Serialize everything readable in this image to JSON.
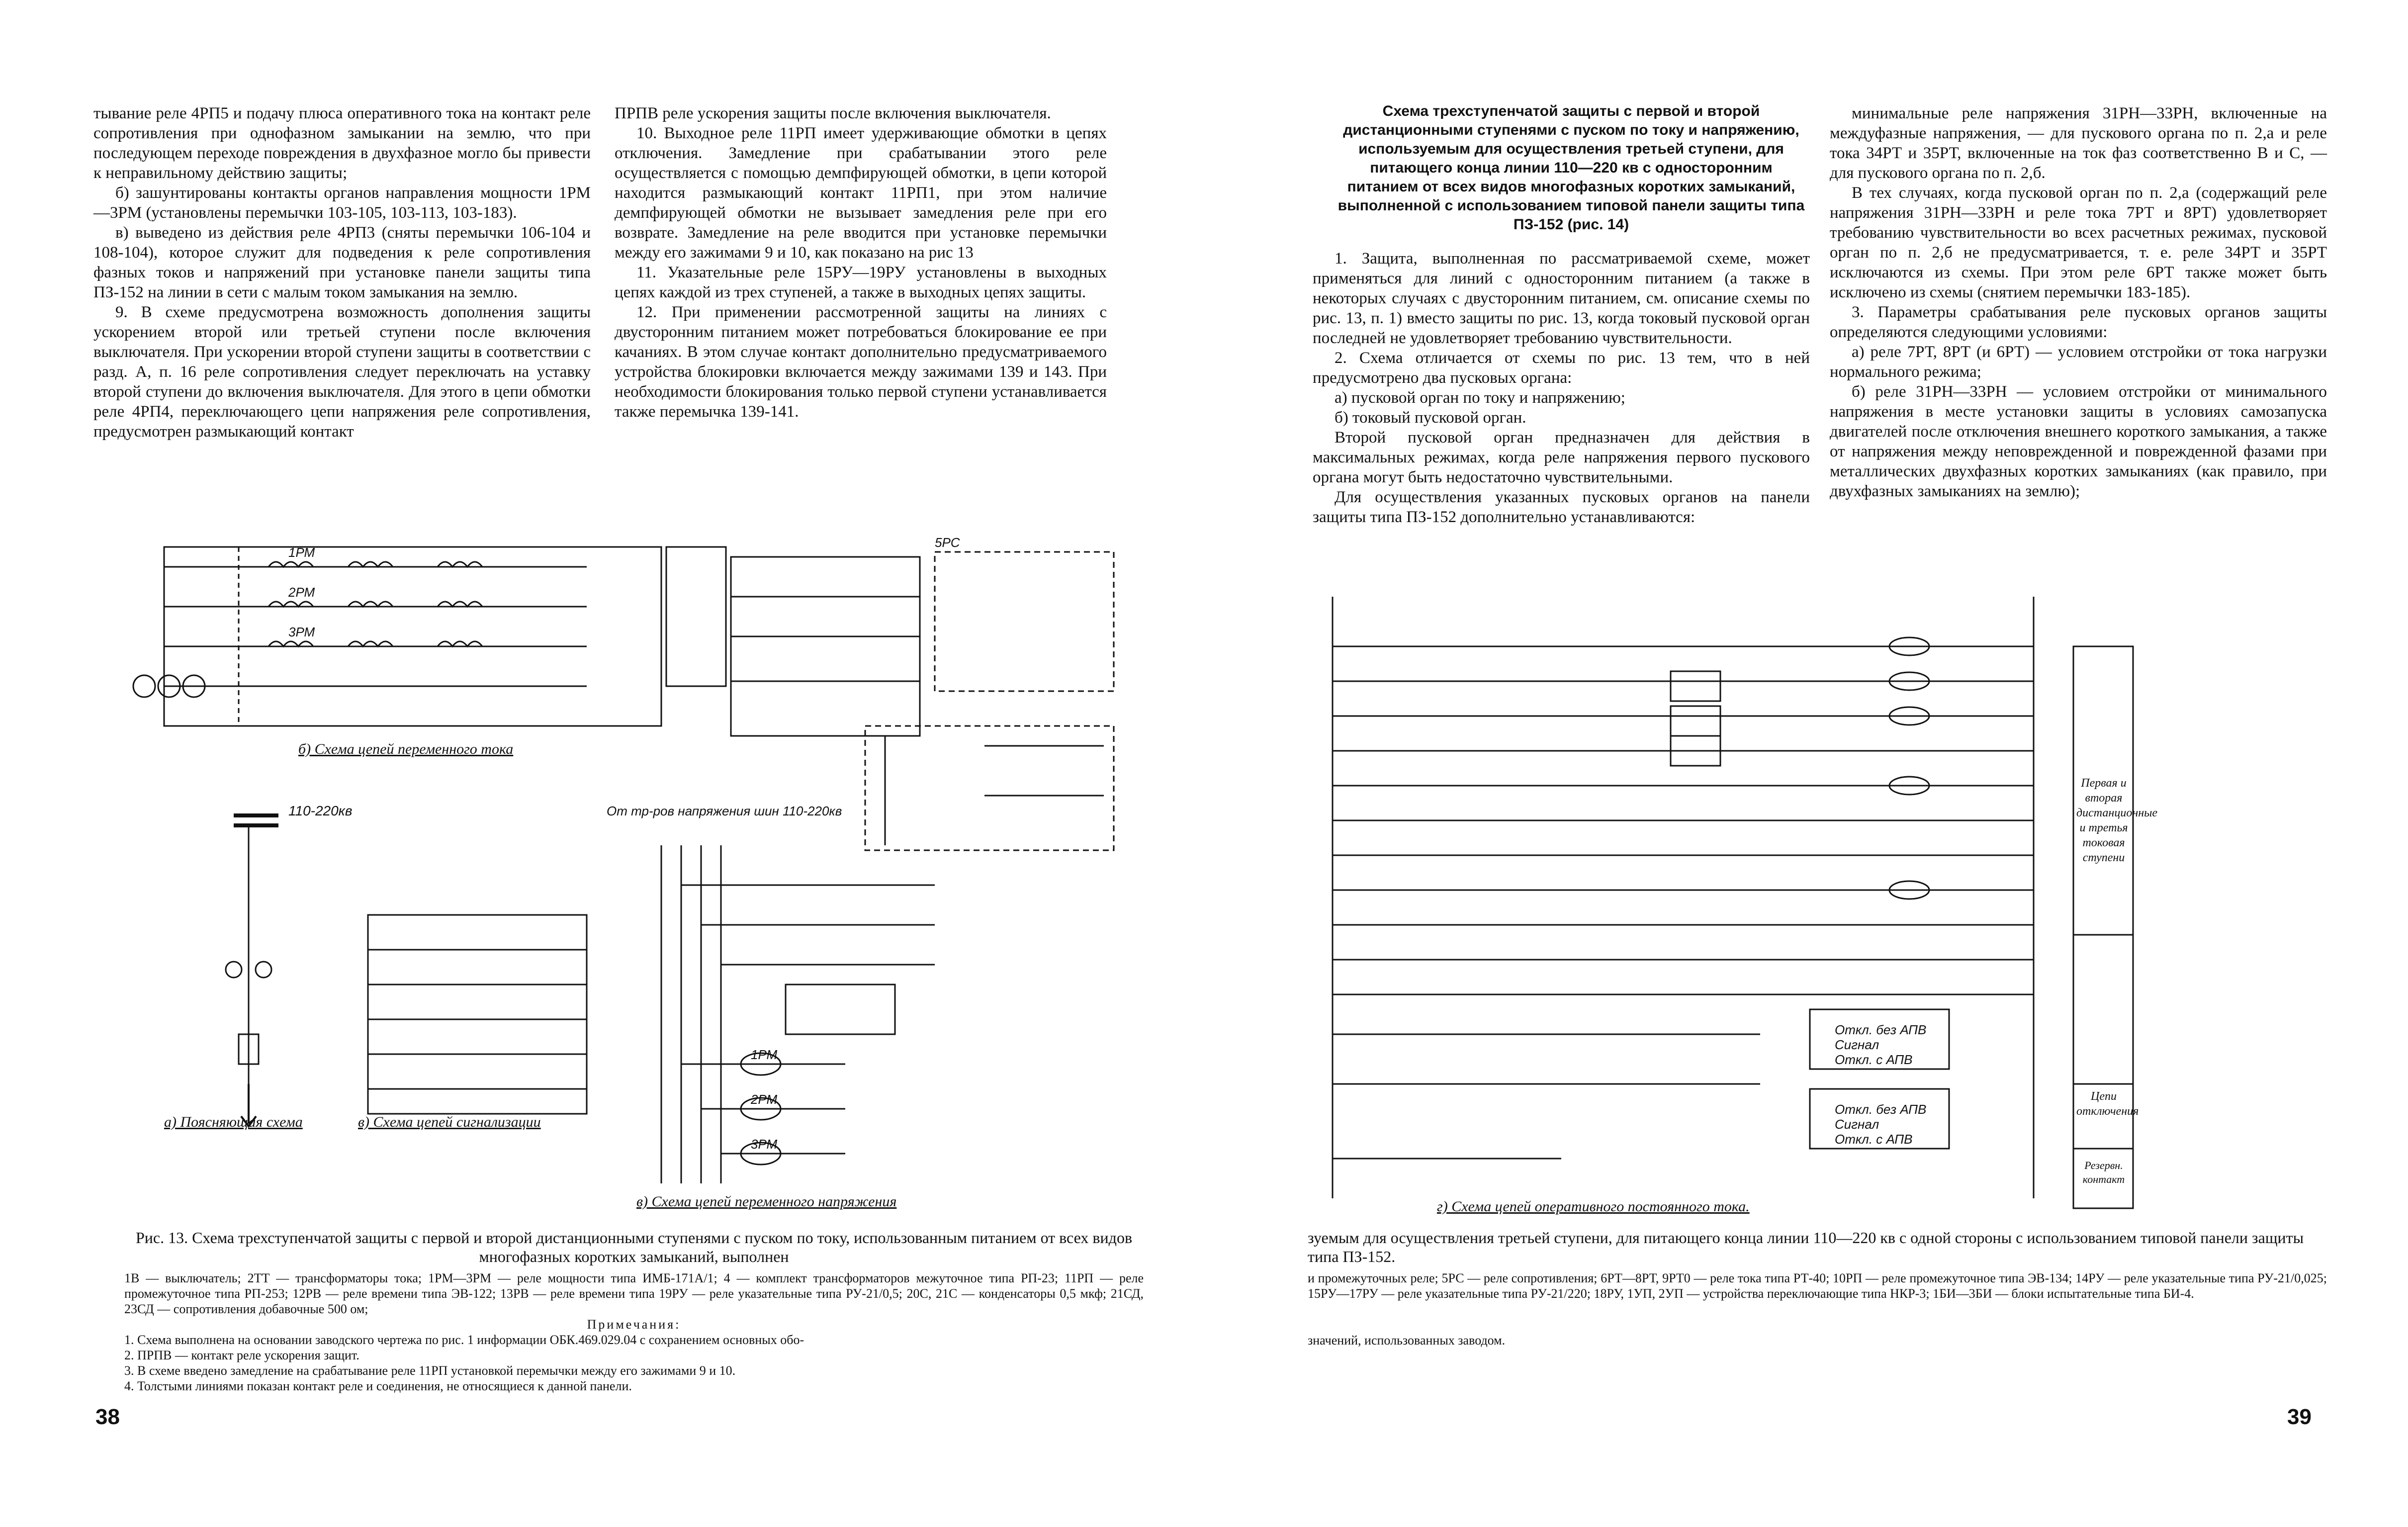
{
  "page_left": {
    "number": "38",
    "col1": [
      "тывание реле 4РП5 и подачу плюса оперативного тока на контакт реле сопротивления при однофазном замыкании на землю, что при последующем переходе повреждения в двухфазное могло бы привести к неправильному действию защиты;",
      "б) зашунтированы контакты органов направления мощности 1РМ—3РМ (установлены перемычки 103-105, 103-113, 103-183).",
      "в) выведено из действия реле 4РП3 (сняты перемычки 106-104 и 108-104), которое служит для подведения к реле сопротивления фазных токов и напряжений при установке панели защиты типа ПЗ-152 на линии в сети с малым током замыкания на землю.",
      "9. В схеме предусмотрена возможность дополнения защиты ускорением второй или третьей ступени после включения выключателя. При ускорении второй ступени защиты в соответствии с разд. А, п. 16 реле сопротивления следует переключать на уставку второй ступени до включения выключателя. Для этого в цепи обмотки реле 4РП4, переключающего цепи напряжения реле сопротивления, предусмотрен размыкающий контакт"
    ],
    "col2": [
      "ПРПВ реле ускорения защиты после включения выключателя.",
      "10. Выходное реле 11РП имеет удерживающие обмотки в цепях отключения. Замедление при срабатывании этого реле осуществляется с помощью демпфирующей обмотки, в цепи которой находится размыкающий контакт 11РП1, при этом наличие демпфирующей обмотки не вызывает замедления реле при его возврате. Замедление на реле вводится при установке перемычки между его зажимами 9 и 10, как показано на рис 13",
      "11. Указательные реле 15РУ—19РУ установлены в выходных цепях каждой из трех ступеней, а также в выходных цепях защиты.",
      "12. При применении рассмотренной защиты на линиях с двусторонним питанием может потребоваться блокирование ее при качаниях. В этом случае контакт дополнительно предусматриваемого устройства блокировки включается между зажимами 139 и 143. При необходимости блокирования только первой ступени устанавливается также перемычка 139-141."
    ],
    "figure": {
      "labels": {
        "a": "а) Поясняющая схема",
        "b": "б) Схема цепей переменного тока",
        "v": "в) Схема цепей переменного напряжения",
        "g": "в) Схема цепей сигнализации"
      },
      "voltage_label": "110-220кв",
      "from_tr_label": "От тр-ров напряжения шин 110-220кв",
      "relays_current": [
        "1РМ",
        "2РМ",
        "3РМ"
      ],
      "relays_voltage": [
        "1РМ",
        "2РМ",
        "3РМ"
      ]
    },
    "caption": "Рис. 13. Схема трехступенчатой защиты с первой и второй дистанционными ступенями с пуском по току, использованным питанием от всех видов многофазных коротких замыканий, выполнен",
    "legend": "1В — выключатель; 2ТТ — трансформаторы тока; 1РМ—3РМ — реле мощности типа ИМБ-171А/1; 4 — комплект трансформаторов межуточное типа РП-23; 11РП — реле промежуточное типа РП-253; 12РВ — реле времени типа ЭВ-122; 13РВ — реле времени типа 19РУ — реле указательные типа РУ-21/0,5; 20С, 21С — конденсаторы 0,5 мкф; 21СД, 23СД — сопротивления добавочные 500 ом;",
    "notes_title": "Примечания:",
    "notes": [
      "1. Схема выполнена на основании заводского чертежа по рис. 1 информации ОБК.469.029.04 с сохранением основных обо-",
      "2. ПРПВ — контакт реле ускорения защит.",
      "3. В схеме введено замедление на срабатывание реле 11РП установкой перемычки между его зажимами 9 и 10.",
      "4. Толстыми линиями показан контакт реле и соединения, не относящиеся к данной панели."
    ]
  },
  "page_right": {
    "number": "39",
    "heading": "Схема трехступенчатой защиты с первой и второй дистанционными ступенями с пуском по току и напряжению, используемым для осуществления третьей ступени, для питающего конца линии 110—220 кв с односторонним питанием от всех видов многофазных коротких замыканий, выполненной с использованием типовой панели защиты типа ПЗ-152 (рис. 14)",
    "col1": [
      "1. Защита, выполненная по рассматриваемой схеме, может применяться для линий с односторонним питанием (а также в некоторых случаях с двусторонним питанием, см. описание схемы по рис. 13, п. 1) вместо защиты по рис. 13, когда токовый пусковой орган последней не удовлетворяет требованию чувствительности.",
      "2. Схема отличается от схемы по рис. 13 тем, что в ней предусмотрено два пусковых органа:",
      "а) пусковой орган по току и напряжению;",
      "б) токовый пусковой орган.",
      "Второй пусковой орган предназначен для действия в максимальных режимах, когда реле напряжения первого пускового органа могут быть недостаточно чувствительными.",
      "Для осуществления указанных пусковых органов на панели защиты типа ПЗ-152 дополнительно устанавливаются:"
    ],
    "col2": [
      "минимальные реле напряжения 31РН—33РН, включенные на междуфазные напряжения, — для пускового органа по п. 2,а и реле тока 34РТ и 35РТ, включенные на ток фаз соответственно В и С, — для пускового органа по п. 2,б.",
      "В тех случаях, когда пусковой орган по п. 2,а (содержащий реле напряжения 31РН—33РН и реле тока 7РТ и 8РТ) удовлетворяет требованию чувствительности во всех расчетных режимах, пусковой орган по п. 2,б не предусматривается, т. е. реле 34РТ и 35РТ исключаются из схемы. При этом реле 6РТ также может быть исключено из схемы (снятием перемычки 183-185).",
      "3. Параметры срабатывания реле пусковых органов защиты определяются следующими условиями:",
      "а) реле 7РТ, 8РТ (и 6РТ) — условием отстройки от тока нагрузки нормального режима;",
      "б) реле 31РН—33РН — условием отстройки от минимального напряжения в месте установки защиты в условиях самозапуска двигателей после отключения внешнего короткого замыкания, а также от напряжения между неповрежденной и поврежденной фазами при металлических двухфазных коротких замыканиях (как правило, при двухфазных замыканиях на землю);"
    ],
    "figure": {
      "label": "г) Схема цепей оперативного постоянного тока.",
      "side_labels": [
        "Первая и вторая дистанционные и третья токовая ступени",
        "Цепи отключения",
        "Резервн. контакт"
      ],
      "outputs": [
        "Откл. без АПВ",
        "Сигнал",
        "Откл. с АПВ"
      ]
    },
    "caption": "зуемым для осуществления третьей ступени, для питающего конца линии 110—220 кв с одной стороны с использованием типовой панели защиты типа ПЗ-152.",
    "legend": "и промежуточных реле; 5РС — реле сопротивления; 6РТ—8РТ, 9РТ0 — реле тока типа РТ-40; 10РП — реле промежуточное типа ЭВ-134; 14РУ — реле указательные типа РУ-21/0,025; 15РУ—17РУ — реле указательные типа РУ-21/220; 18РУ, 1УП, 2УП — устройства переключающие типа НКР-3; 1БИ—3БИ — блоки испытательные типа БИ-4.",
    "tail": "значений, использованных заводом."
  }
}
